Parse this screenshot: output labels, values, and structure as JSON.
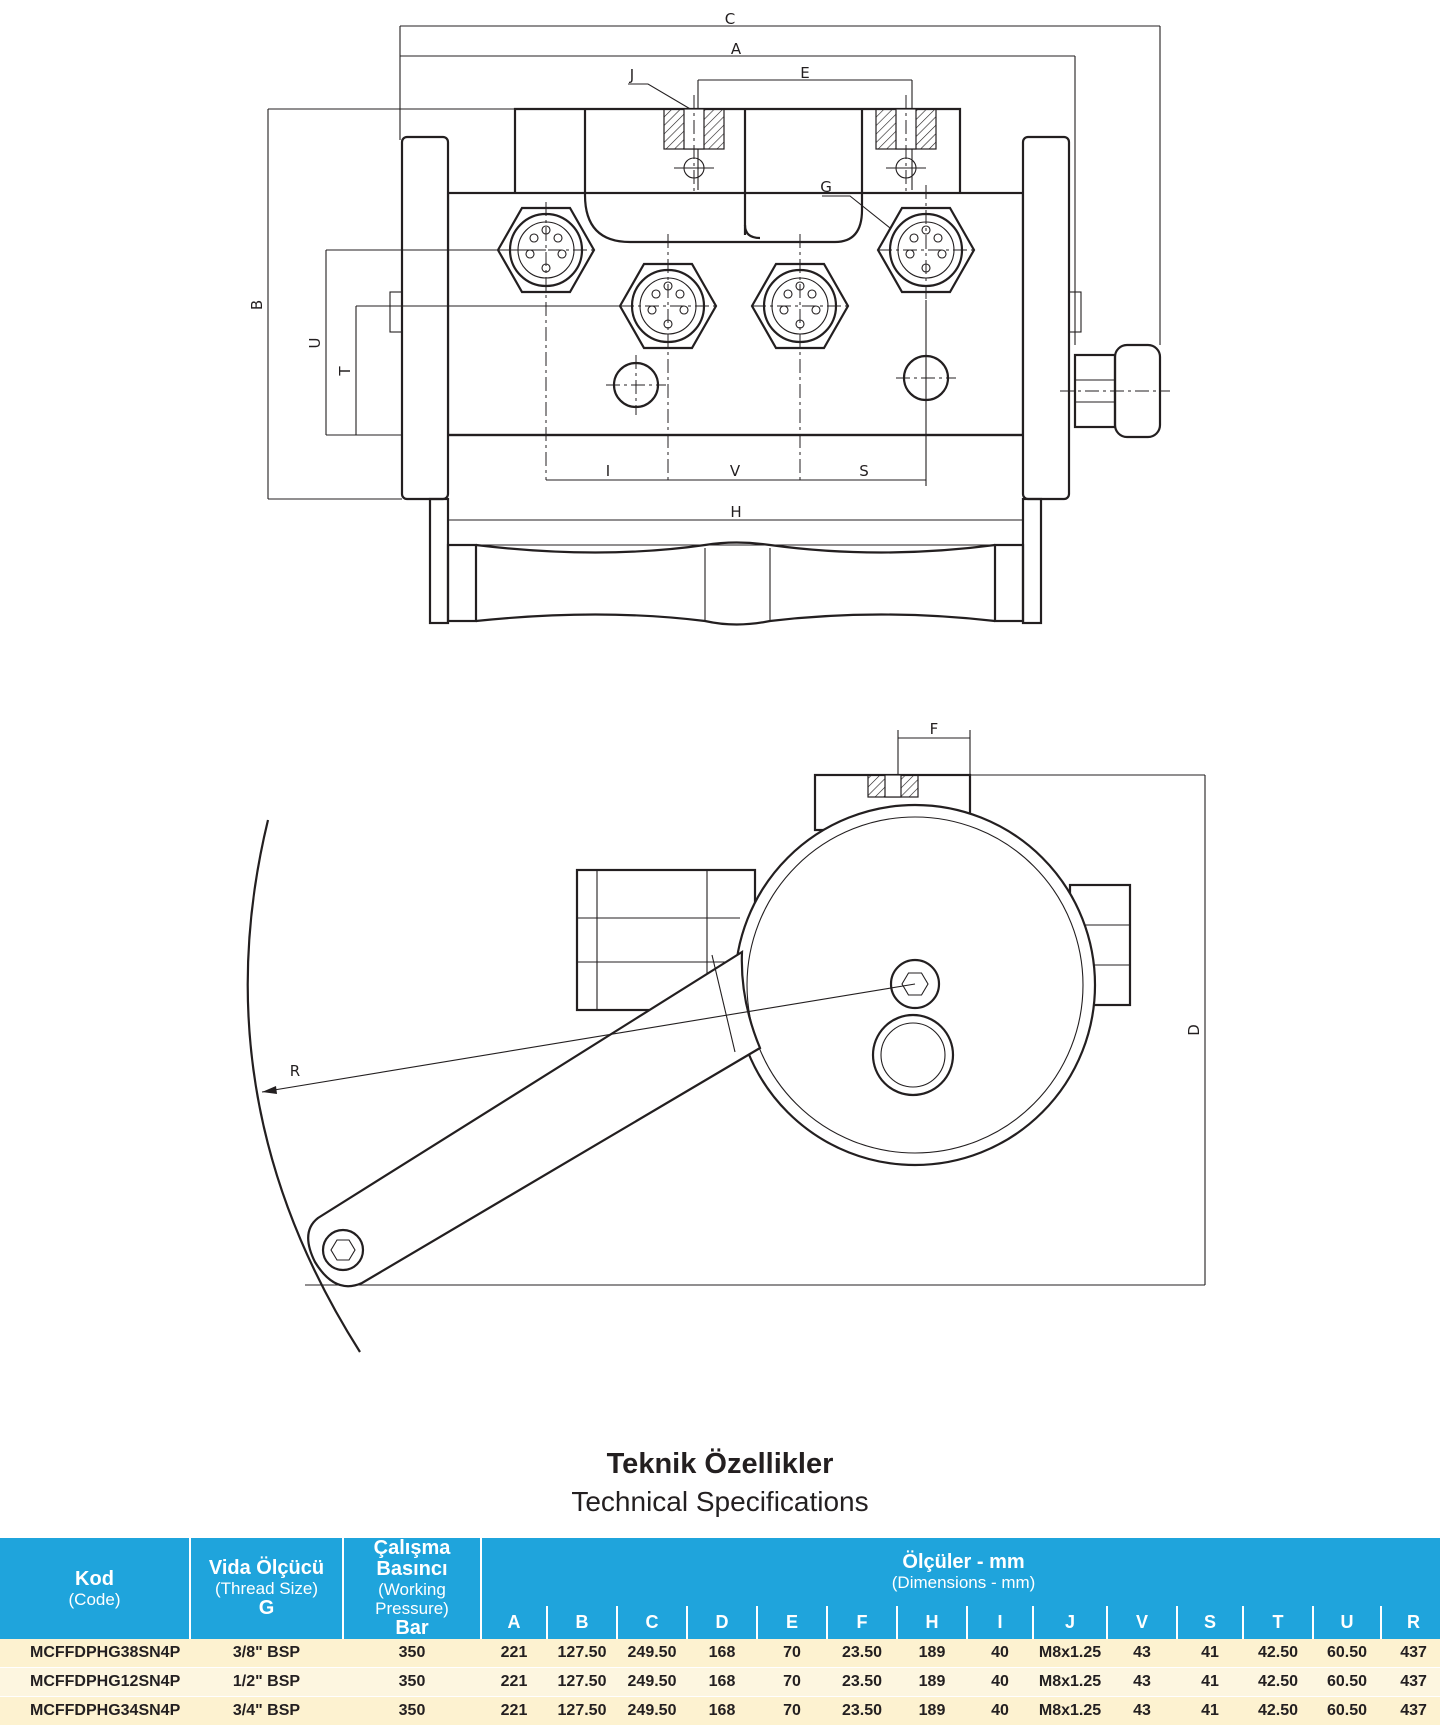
{
  "drawing": {
    "top_view_labels": {
      "C": "C",
      "A": "A",
      "E": "E",
      "J": "J",
      "G": "G",
      "B": "B",
      "U": "U",
      "T": "T",
      "I": "I",
      "V": "V",
      "S": "S",
      "H": "H"
    },
    "side_view_labels": {
      "F": "F",
      "D": "D",
      "R": "R"
    }
  },
  "spec": {
    "title_tr": "Teknik Özellikler",
    "title_en": "Technical Specifications",
    "headers": {
      "code": "Kod",
      "code_en": "(Code)",
      "thread": "Vida Ölçücü",
      "thread_en": "(Thread Size)",
      "thread_sym": "G",
      "pressure": "Çalışma Basıncı",
      "pressure_en": "(Working Pressure)",
      "pressure_unit": "Bar",
      "dims": "Ölçüler - mm",
      "dims_en": "(Dimensions - mm)",
      "dim_cols": [
        "A",
        "B",
        "C",
        "D",
        "E",
        "F",
        "H",
        "I",
        "J",
        "V",
        "S",
        "T",
        "U",
        "R"
      ]
    },
    "rows": [
      [
        "MCFFDPHG38SN4P",
        "3/8\" BSP",
        "350",
        "221",
        "127.50",
        "249.50",
        "168",
        "70",
        "23.50",
        "189",
        "40",
        "M8x1.25",
        "43",
        "41",
        "42.50",
        "60.50",
        "437"
      ],
      [
        "MCFFDPHG12SN4P",
        "1/2\" BSP",
        "350",
        "221",
        "127.50",
        "249.50",
        "168",
        "70",
        "23.50",
        "189",
        "40",
        "M8x1.25",
        "43",
        "41",
        "42.50",
        "60.50",
        "437"
      ],
      [
        "MCFFDPHG34SN4P",
        "3/4\" BSP",
        "350",
        "221",
        "127.50",
        "249.50",
        "168",
        "70",
        "23.50",
        "189",
        "40",
        "M8x1.25",
        "43",
        "41",
        "42.50",
        "60.50",
        "437"
      ]
    ]
  }
}
